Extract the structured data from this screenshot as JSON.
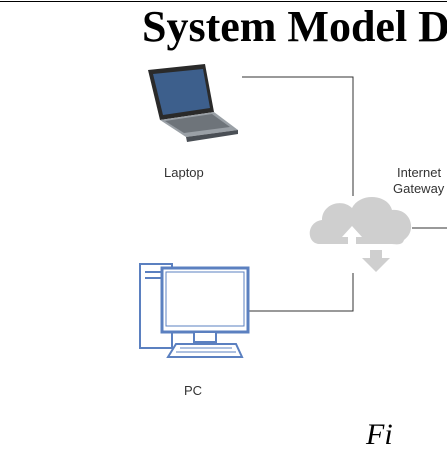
{
  "page": {
    "heading": "System Model D",
    "footer_partial": "Fi"
  },
  "diagram": {
    "nodes": [
      {
        "id": "laptop",
        "label": "Laptop",
        "icon": "laptop-icon"
      },
      {
        "id": "pc",
        "label": "PC",
        "icon": "desktop-pc-icon"
      },
      {
        "id": "gateway",
        "label_line1": "Internet",
        "label_line2": "Gateway",
        "icon": "cloud-upload-download-icon"
      }
    ],
    "edges": [
      {
        "from": "laptop",
        "to": "gateway"
      },
      {
        "from": "pc",
        "to": "gateway"
      },
      {
        "from": "gateway",
        "to": "offscreen-right"
      }
    ],
    "colors": {
      "line": "#333333",
      "cloud": "#cfcfcf",
      "monitor_blue": "#5b80c0",
      "monitor_screen": "#ffffff"
    }
  }
}
